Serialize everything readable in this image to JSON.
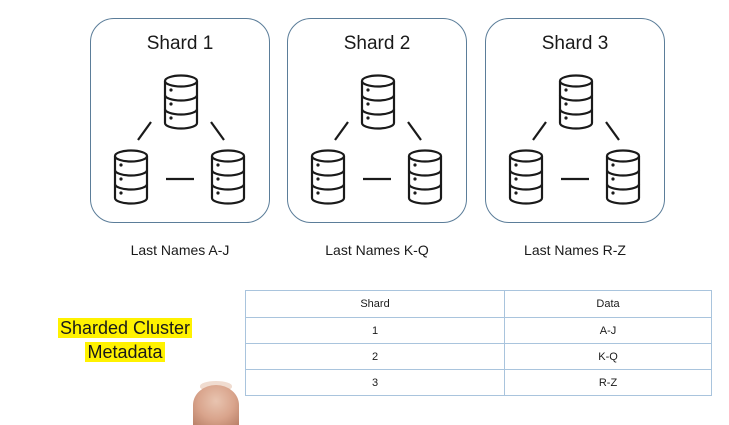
{
  "shards": [
    {
      "title": "Shard 1",
      "caption": "Last Names A-J"
    },
    {
      "title": "Shard 2",
      "caption": "Last Names K-Q"
    },
    {
      "title": "Shard 3",
      "caption": "Last Names R-Z"
    }
  ],
  "metadata_label": {
    "line1": "Sharded Cluster",
    "line2": "Metadata"
  },
  "table": {
    "headers": [
      "Shard",
      "Data"
    ],
    "rows": [
      [
        "1",
        "A-J"
      ],
      [
        "2",
        "K-Q"
      ],
      [
        "3",
        "R-Z"
      ]
    ]
  },
  "colors": {
    "box_border": "#5b7d99",
    "table_border": "#a9c4dd",
    "highlight": "#fff200",
    "icon_stroke": "#1a1a1a"
  }
}
